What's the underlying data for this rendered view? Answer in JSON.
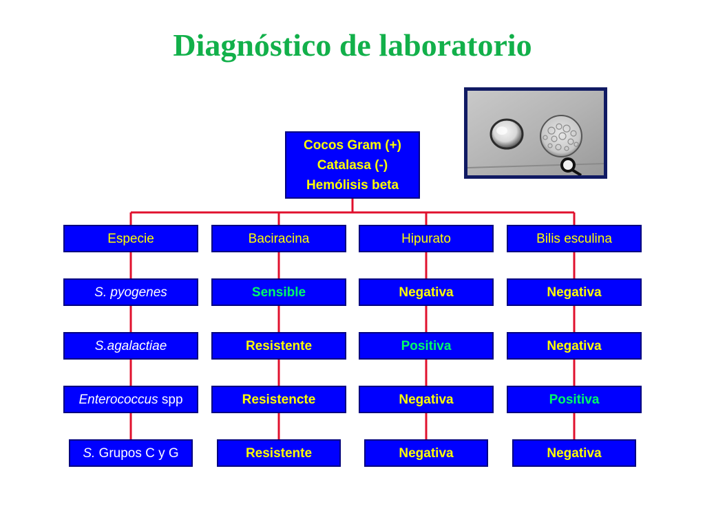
{
  "title": "Diagnóstico de laboratorio",
  "colors": {
    "title": "#12b04a",
    "box_bg": "#0000ff",
    "yellow_text": "#ffff00",
    "green_text": "#00ff66",
    "white_text": "#ffffff",
    "connector": "#e0102d",
    "photo_frame": "#101a63"
  },
  "root": {
    "lines": [
      "Cocos Gram (+)",
      "Catalasa (-)",
      "Hemólisis beta"
    ]
  },
  "headers": [
    "Especie",
    "Baciracina",
    "Hipurato",
    "Bilis esculina"
  ],
  "rows": [
    {
      "species_italic": "S. pyogenes",
      "species_rest": "",
      "baciracina": "Sensible",
      "hipurato": "Negativa",
      "bilis": "Negativa"
    },
    {
      "species_italic": "S.agalactiae",
      "species_rest": "",
      "baciracina": "Resistente",
      "hipurato": "Positiva",
      "bilis": "Negativa"
    },
    {
      "species_italic": "Enterococcus",
      "species_rest": " spp",
      "baciracina": "Resistencte",
      "hipurato": "Negativa",
      "bilis": "Positiva"
    },
    {
      "species_italic": "S.",
      "species_rest": " Grupos C y G",
      "baciracina": "Resistente",
      "hipurato": "Negativa",
      "bilis": "Negativa"
    }
  ],
  "photo": {
    "icon": "catalase-test-photo-icon"
  }
}
